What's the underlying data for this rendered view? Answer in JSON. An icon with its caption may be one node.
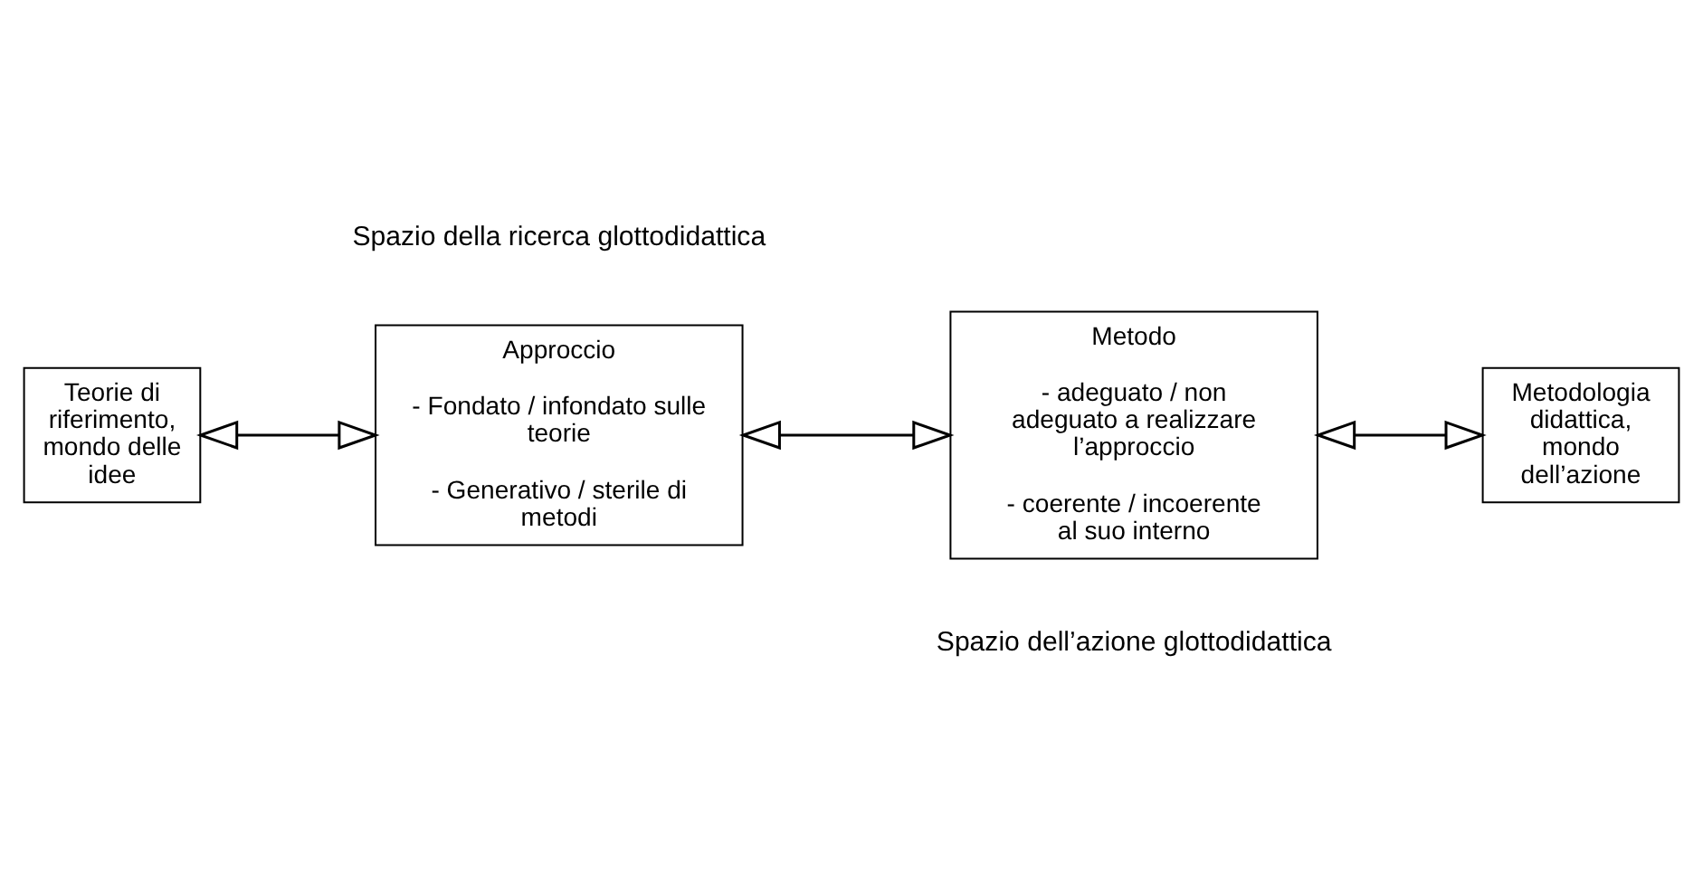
{
  "diagram": {
    "nodes": [
      {
        "text": [
          "Teorie di riferimento, mondo delle idee"
        ]
      },
      {
        "text": [
          "Approccio",
          "- Fondato / infondato sulle teorie",
          "- Generativo / sterile di metodi"
        ]
      },
      {
        "text": [
          "Metodo",
          "- adeguato / non adeguato a realizzare l’approccio",
          "- coerente / incoerente al suo interno"
        ]
      },
      {
        "text": [
          "Metodologia didattica, mondo dell’azione"
        ]
      }
    ],
    "edges": [
      {
        "from": 0,
        "to": 1,
        "arrow": "both"
      },
      {
        "from": 1,
        "to": 2,
        "arrow": "both"
      },
      {
        "from": 2,
        "to": 3,
        "arrow": "both"
      }
    ],
    "labels": [
      "Spazio della ricerca glottodidattica",
      "Spazio dell’azione glottodidattica"
    ]
  }
}
